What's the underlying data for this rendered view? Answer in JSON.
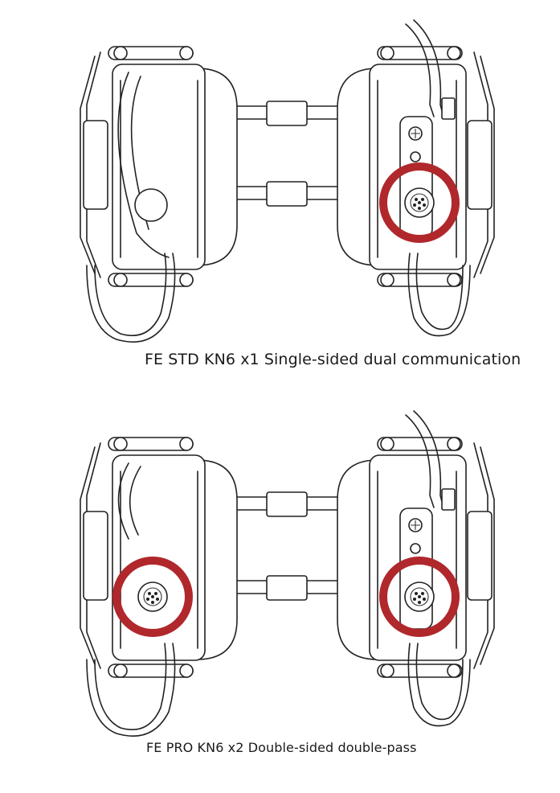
{
  "colors": {
    "highlight_ring": "#b0282c",
    "line": "#222222",
    "background": "#ffffff"
  },
  "panels": [
    {
      "caption": "FE STD KN6 x1 Single-sided dual communication",
      "connector_sides": [
        "right"
      ]
    },
    {
      "caption": "FE PRO KN6 x2 Double-sided double-pass",
      "connector_sides": [
        "left",
        "right"
      ]
    }
  ]
}
